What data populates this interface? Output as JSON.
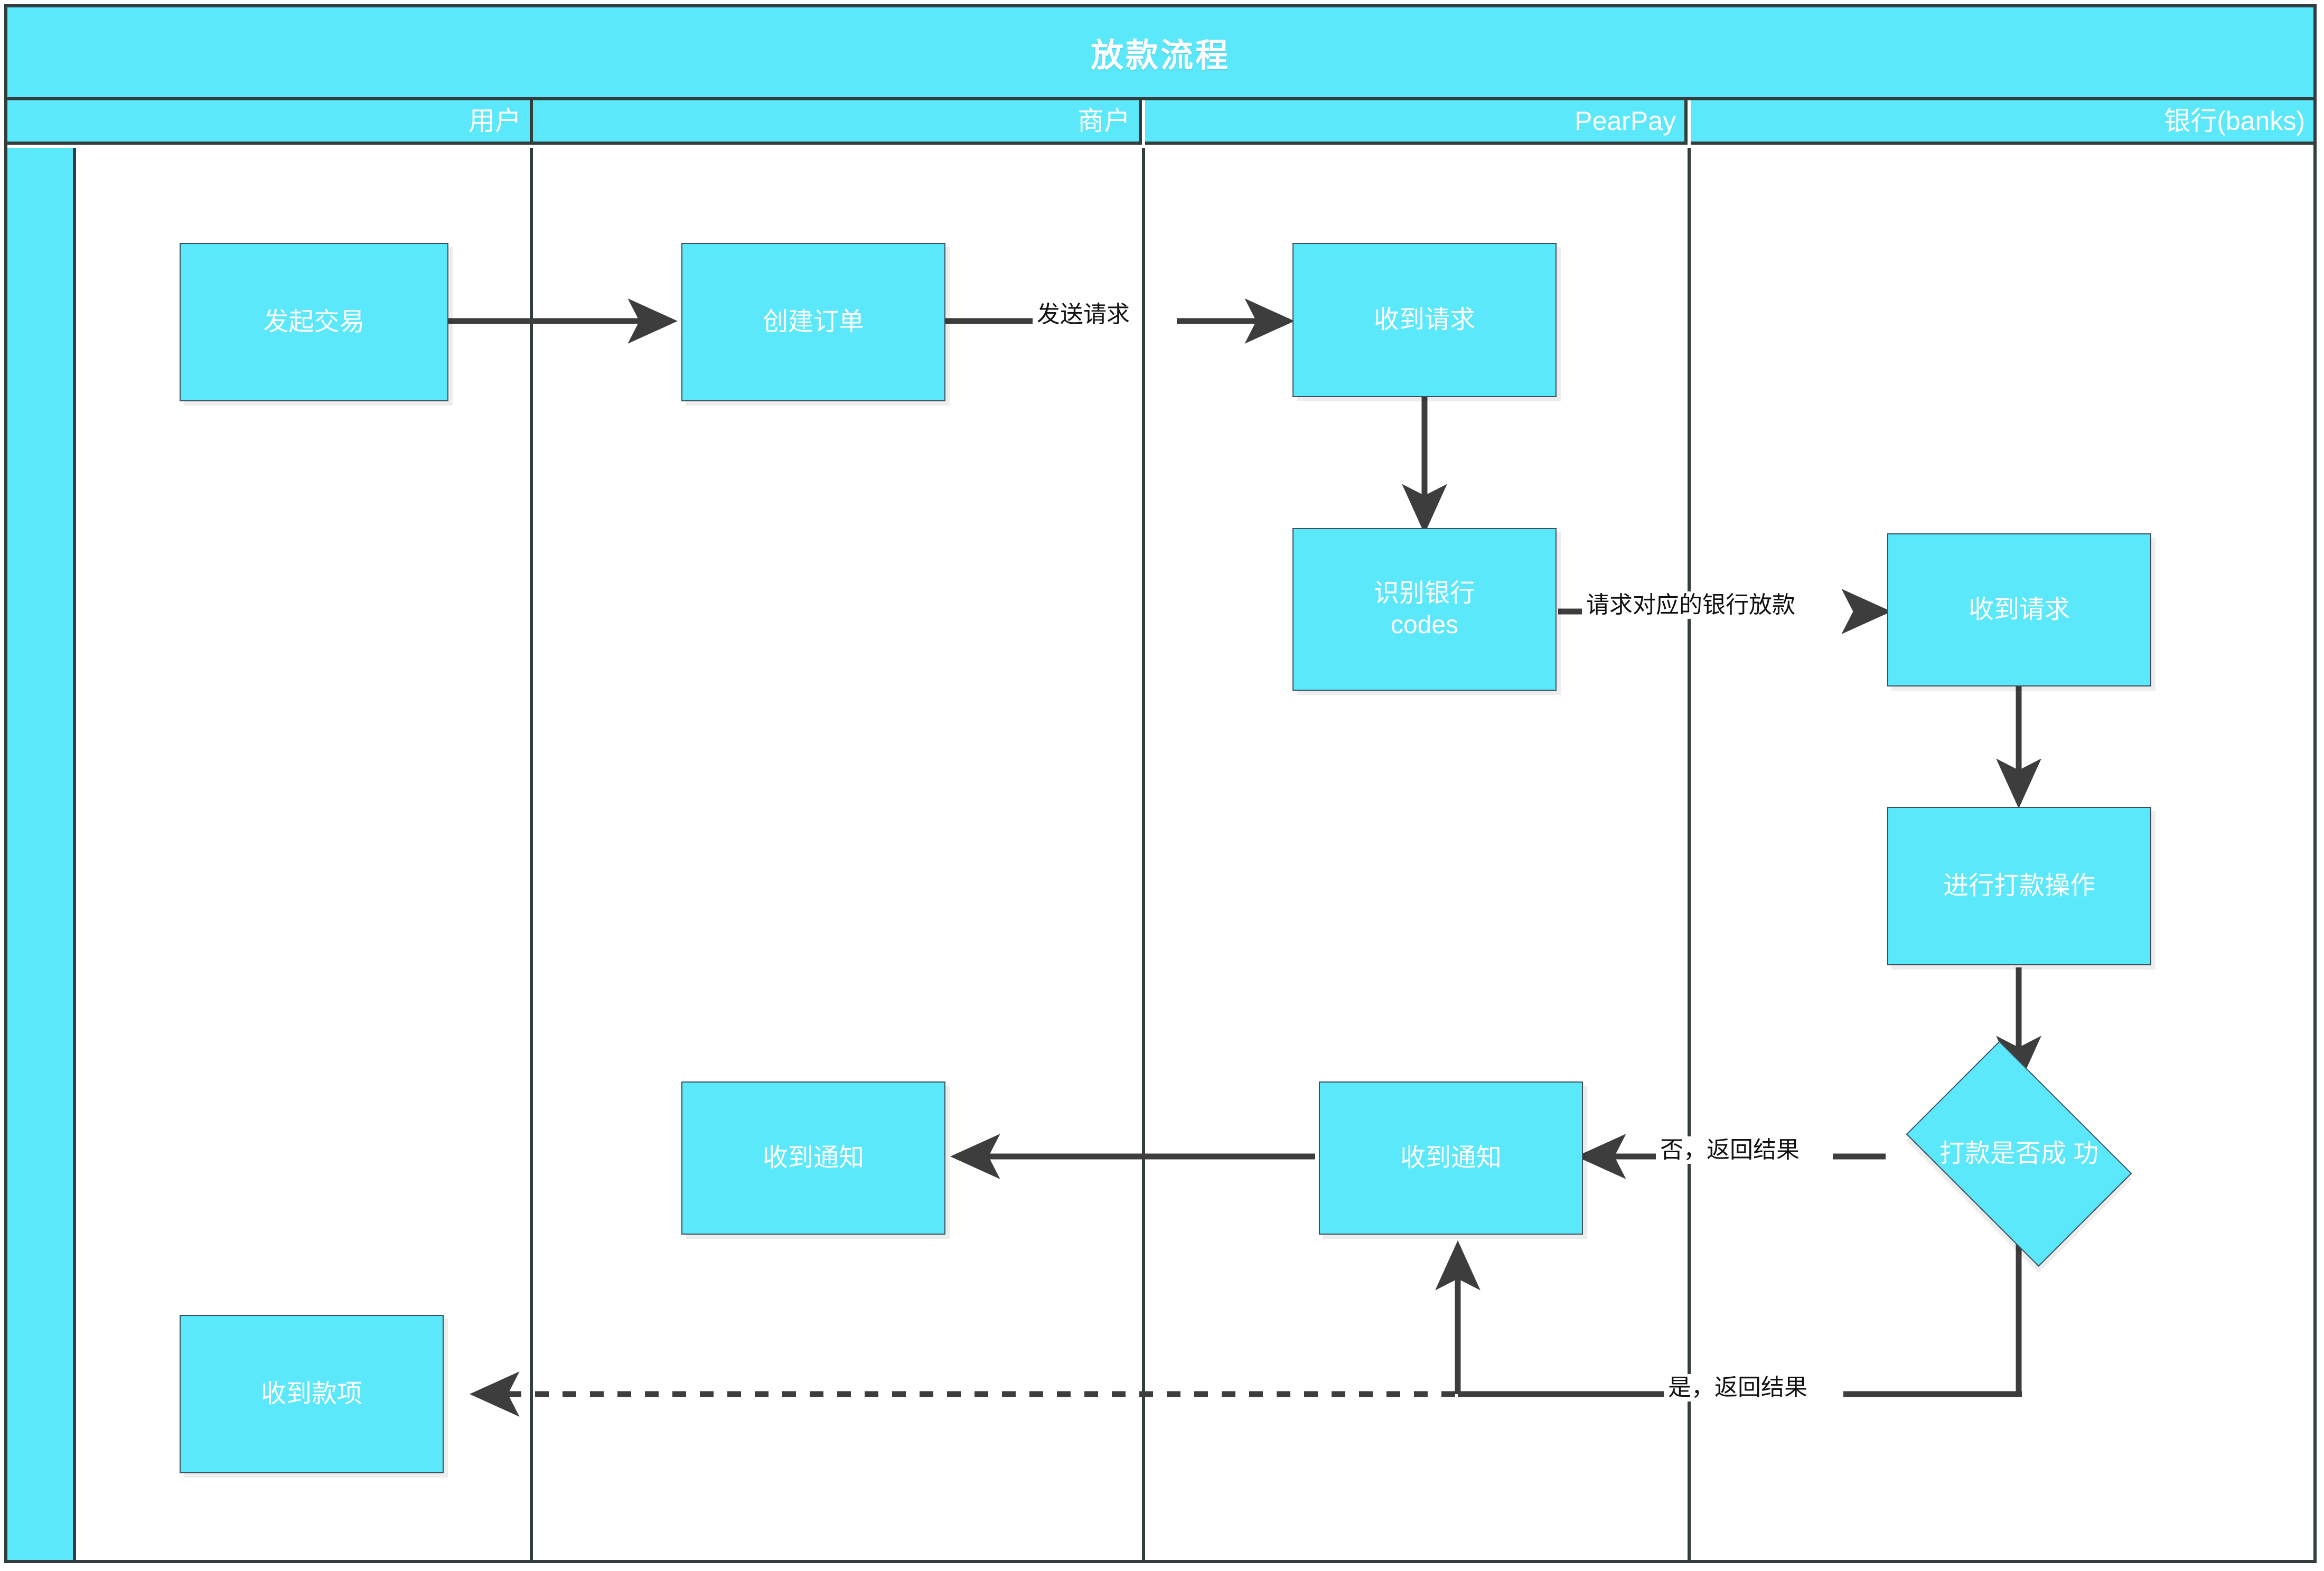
{
  "diagram": {
    "title": "放款流程",
    "type": "swimlane-flowchart",
    "colors": {
      "accent": "#5BE8FA",
      "node_fill": "#5BE8FA",
      "node_border": "#3d4f5c",
      "frame": "#333d3d",
      "node_text": "#ffffff",
      "edge": "#3d3d3d",
      "edge_label_text": "#111111",
      "background": "#ffffff"
    },
    "lanes": [
      {
        "id": "user",
        "label": "用户"
      },
      {
        "id": "merchant",
        "label": "商户"
      },
      {
        "id": "pearpay",
        "label": "PearPay"
      },
      {
        "id": "bank",
        "label": "银行(banks)"
      }
    ],
    "nodes": [
      {
        "id": "n1",
        "lane": "user",
        "shape": "process",
        "label": "发起交易"
      },
      {
        "id": "n2",
        "lane": "merchant",
        "shape": "process",
        "label": "创建订单"
      },
      {
        "id": "n3",
        "lane": "pearpay",
        "shape": "process",
        "label": "收到请求"
      },
      {
        "id": "n4",
        "lane": "pearpay",
        "shape": "process",
        "label_line1": "识别银行",
        "label_line2": "codes"
      },
      {
        "id": "n5",
        "lane": "bank",
        "shape": "process",
        "label": "收到请求"
      },
      {
        "id": "n6",
        "lane": "bank",
        "shape": "process",
        "label": "进行打款操作"
      },
      {
        "id": "n7",
        "lane": "bank",
        "shape": "decision",
        "label_line1": "打款是否成",
        "label_line2": "功"
      },
      {
        "id": "n8",
        "lane": "pearpay",
        "shape": "process",
        "label": "收到通知"
      },
      {
        "id": "n9",
        "lane": "merchant",
        "shape": "process",
        "label": "收到通知"
      },
      {
        "id": "n10",
        "lane": "user",
        "shape": "process",
        "label": "收到款项"
      }
    ],
    "edges": [
      {
        "from": "n1",
        "to": "n2",
        "label": "",
        "style": "solid"
      },
      {
        "from": "n2",
        "to": "n3",
        "label": "发送请求",
        "style": "solid"
      },
      {
        "from": "n3",
        "to": "n4",
        "label": "",
        "style": "solid"
      },
      {
        "from": "n4",
        "to": "n5",
        "label": "请求对应的银行放款",
        "style": "solid"
      },
      {
        "from": "n5",
        "to": "n6",
        "label": "",
        "style": "solid"
      },
      {
        "from": "n6",
        "to": "n7",
        "label": "",
        "style": "solid"
      },
      {
        "from": "n7",
        "to": "n8",
        "label": "否，返回结果",
        "style": "solid"
      },
      {
        "from": "n8",
        "to": "n9",
        "label": "",
        "style": "solid"
      },
      {
        "from": "n7",
        "to": "n8b",
        "label": "是，返回结果",
        "style": "solid"
      },
      {
        "from": "n7",
        "to": "n10",
        "label": "",
        "style": "dotted"
      }
    ]
  }
}
